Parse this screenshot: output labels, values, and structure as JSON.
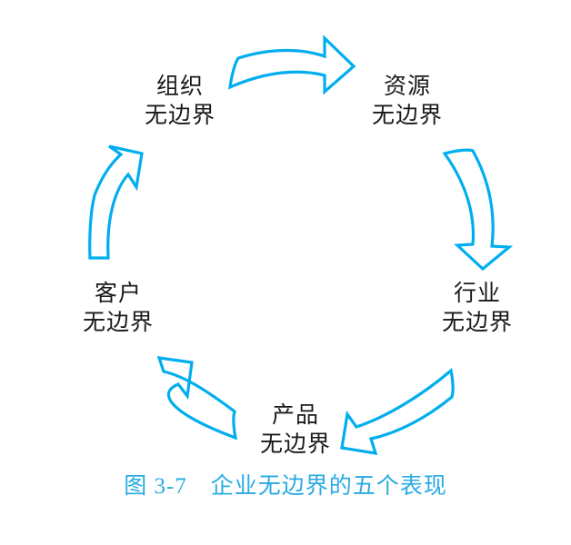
{
  "figure": {
    "caption": "图 3-7　企业无边界的五个表现",
    "caption_color": "#29ABE2",
    "arrow_color": "#00AEEF",
    "label_color": "#1A1A1A",
    "background_color": "#FFFFFF"
  },
  "chart_data": {
    "type": "diagram",
    "diagram_type": "cycle",
    "title": "图 3-7　企业无边界的五个表现",
    "direction": "clockwise",
    "node_count": 5,
    "nodes": [
      {
        "id": "organization",
        "line1": "组织",
        "line2": "无边界",
        "position": "top-left"
      },
      {
        "id": "resource",
        "line1": "资源",
        "line2": "无边界",
        "position": "top-right"
      },
      {
        "id": "industry",
        "line1": "行业",
        "line2": "无边界",
        "position": "right"
      },
      {
        "id": "product",
        "line1": "产品",
        "line2": "无边界",
        "position": "bottom"
      },
      {
        "id": "customer",
        "line1": "客户",
        "line2": "无边界",
        "position": "left"
      }
    ],
    "arrows": [
      {
        "id": "arrow-organization-to-resource",
        "from": "organization",
        "to": "resource",
        "direction": "right",
        "style": "curved-block-outline"
      },
      {
        "id": "arrow-resource-to-industry",
        "from": "resource",
        "to": "industry",
        "direction": "down",
        "style": "curved-block-outline"
      },
      {
        "id": "arrow-industry-to-product",
        "from": "industry",
        "to": "product",
        "direction": "down-left",
        "style": "curved-block-outline"
      },
      {
        "id": "arrow-product-to-customer",
        "from": "product",
        "to": "customer",
        "direction": "up-left",
        "style": "curved-block-outline"
      },
      {
        "id": "arrow-customer-to-organization",
        "from": "customer",
        "to": "organization",
        "direction": "up",
        "style": "curved-block-outline"
      }
    ]
  }
}
